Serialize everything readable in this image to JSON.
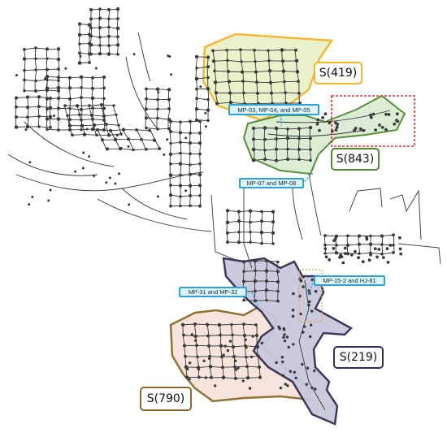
{
  "zones": [
    {
      "id": "s419",
      "label": "S(419)",
      "color": "#f2b52c",
      "fill": "#eaf2c9"
    },
    {
      "id": "s843",
      "label": "S(843)",
      "color": "#4f8a32",
      "fill": "#dcebd2"
    },
    {
      "id": "s219",
      "label": "S(219)",
      "color": "#2f2f54",
      "fill": "#c9c9dc"
    },
    {
      "id": "s790",
      "label": "S(790)",
      "color": "#8a6b2a",
      "fill": "#f7e3dc"
    }
  ],
  "monitoring_points": [
    {
      "id": "mp1",
      "label": "MP-03, MP-04, and MP-05"
    },
    {
      "id": "mp2",
      "label": "MP-07 and MP-08"
    },
    {
      "id": "mp3",
      "label": "MP-15-2 and HJ-81"
    },
    {
      "id": "mp4",
      "label": "MP-31 and MP-32"
    }
  ],
  "colors": {
    "network": "#333333",
    "node": "#3a3a3a",
    "highlight_box": "#e03030",
    "mp_border": "#2aa3d8"
  }
}
